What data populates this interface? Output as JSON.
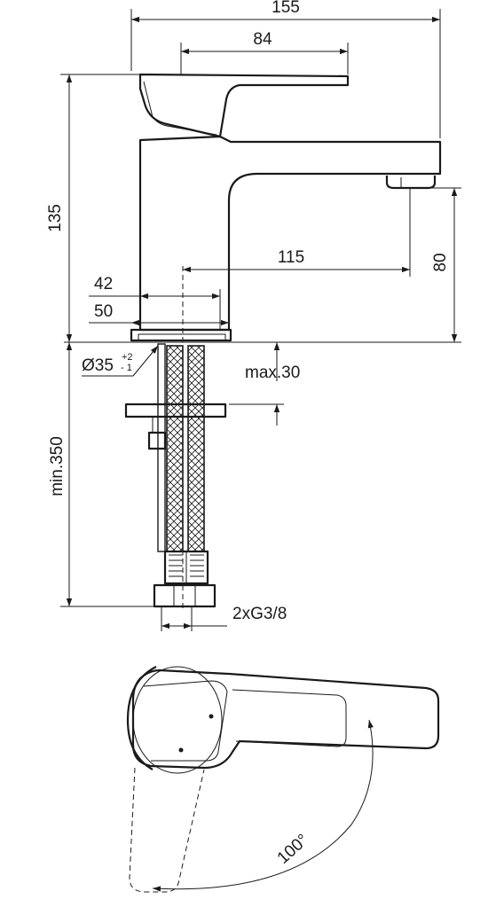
{
  "dimensions": {
    "width_total": "155",
    "lever_length": "84",
    "height_total": "135",
    "spout_height": "80",
    "spout_reach": "115",
    "dim_42": "42",
    "dim_50": "50",
    "hole_diameter": "Ø35",
    "hole_tol_plus": "+2",
    "hole_tol_minus": "- 1",
    "deck_thickness": "max.30",
    "hose_length": "min.350",
    "connection": "2xG3/8",
    "rotation_angle": "100°"
  },
  "colors": {
    "line": "#1a1a1a",
    "background": "#ffffff"
  }
}
